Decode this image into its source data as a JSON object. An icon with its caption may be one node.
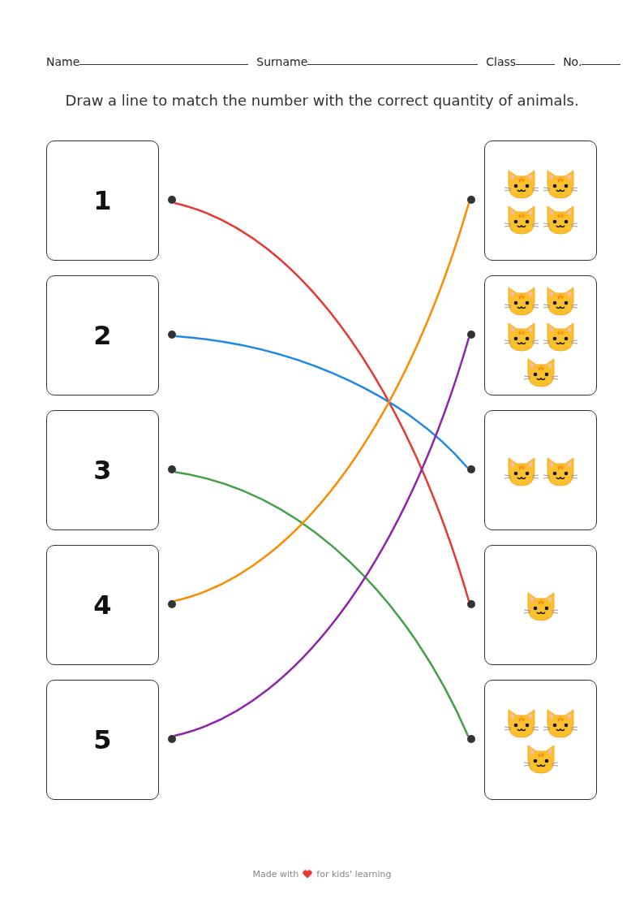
{
  "diagram": {
    "title": "Draw a line to match the number with the correct quantity of animals.",
    "nodes": [
      {
        "text": [
          "1"
        ]
      },
      {
        "text": [
          "2"
        ]
      },
      {
        "text": [
          "3"
        ]
      },
      {
        "text": [
          "4"
        ]
      },
      {
        "text": [
          "5"
        ]
      },
      {
        "text": [],
        "shape": "picture"
      },
      {
        "text": [],
        "shape": "picture"
      },
      {
        "text": [],
        "shape": "picture"
      },
      {
        "text": [],
        "shape": "picture"
      },
      {
        "text": [],
        "shape": "picture"
      },
      {
        "text": [],
        "shape": "circle"
      },
      {
        "text": [],
        "shape": "circle"
      },
      {
        "text": [],
        "shape": "circle"
      },
      {
        "text": [],
        "shape": "circle"
      },
      {
        "text": [],
        "shape": "circle"
      },
      {
        "text": [],
        "shape": "circle"
      },
      {
        "text": [],
        "shape": "circle"
      },
      {
        "text": [],
        "shape": "circle"
      },
      {
        "text": [],
        "shape": "circle"
      },
      {
        "text": [],
        "shape": "circle"
      }
    ],
    "edges": [
      {
        "from": 10,
        "to": 18,
        "arrow": "none",
        "color": "#e53935"
      },
      {
        "from": 11,
        "to": 17,
        "arrow": "none",
        "color": "#1e88e5"
      },
      {
        "from": 12,
        "to": 19,
        "arrow": "none",
        "color": "#43a047"
      },
      {
        "from": 13,
        "to": 15,
        "arrow": "none",
        "color": "#fb8c00"
      },
      {
        "from": 14,
        "to": 16,
        "arrow": "none",
        "color": "#8e24aa"
      }
    ],
    "labels": [
      "Name",
      "Surname",
      "Class",
      "No.",
      "Made with",
      "for kids' learning"
    ]
  }
}
